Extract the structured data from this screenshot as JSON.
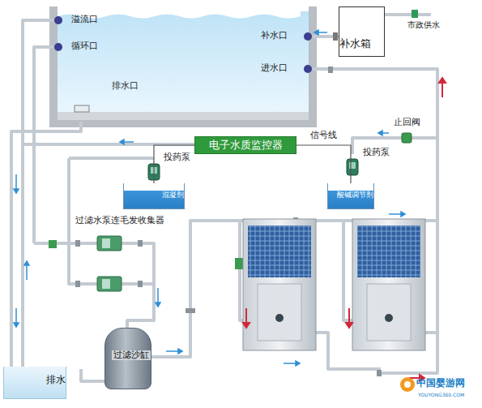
{
  "diagram": {
    "nodes": [
      {
        "text": [
          "补水箱"
        ]
      },
      {
        "text": [
          "电子水质监控器"
        ]
      },
      {
        "text": [
          "混凝剂"
        ]
      },
      {
        "text": [
          "酸碱调节剂"
        ]
      },
      {
        "text": [
          "过滤沙缸"
        ]
      },
      {
        "text": [
          "排水"
        ]
      }
    ],
    "edges": [
      {
        "from": 1,
        "to": 3,
        "arrow": "none",
        "label": "信号线"
      },
      {
        "from": 1,
        "to": 2,
        "arrow": "none"
      }
    ],
    "labels": [
      "溢流口",
      "循环口",
      "补水口",
      "进水口",
      "市政供水",
      "排水口",
      "止回阀",
      "投药泵",
      "投药泵",
      "过滤水泵连毛发收集器",
      "中国婴游网",
      "YOUYONG360.COM"
    ]
  }
}
